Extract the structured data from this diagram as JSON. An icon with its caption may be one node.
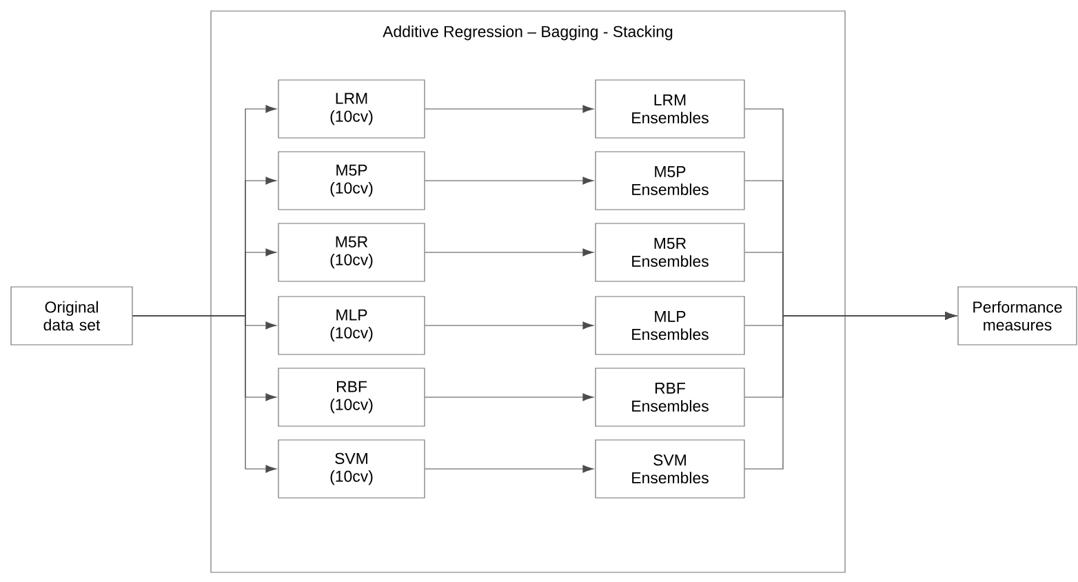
{
  "diagram": {
    "nodes": [
      {
        "text": [
          "Original data set"
        ]
      },
      {
        "text": [
          "Additive Regression – Bagging - Stacking"
        ]
      },
      {
        "text": [
          "LRM (10cv)"
        ],
        "in": 1
      },
      {
        "text": [
          "M5P (10cv)"
        ],
        "in": 1
      },
      {
        "text": [
          "M5R (10cv)"
        ],
        "in": 1
      },
      {
        "text": [
          "MLP (10cv)"
        ],
        "in": 1
      },
      {
        "text": [
          "RBF (10cv)"
        ],
        "in": 1
      },
      {
        "text": [
          "SVM (10cv)"
        ],
        "in": 1
      },
      {
        "text": [
          "LRM Ensembles"
        ],
        "in": 1
      },
      {
        "text": [
          "M5P Ensembles"
        ],
        "in": 1
      },
      {
        "text": [
          "M5R Ensembles"
        ],
        "in": 1
      },
      {
        "text": [
          "MLP Ensembles"
        ],
        "in": 1
      },
      {
        "text": [
          "RBF Ensembles"
        ],
        "in": 1
      },
      {
        "text": [
          "SVM Ensembles"
        ],
        "in": 1
      },
      {
        "text": [
          "Performance measures"
        ]
      }
    ],
    "edges": [
      {
        "from": 0,
        "to": 2,
        "arrow": "to"
      },
      {
        "from": 0,
        "to": 3,
        "arrow": "to"
      },
      {
        "from": 0,
        "to": 4,
        "arrow": "to"
      },
      {
        "from": 0,
        "to": 5,
        "arrow": "to"
      },
      {
        "from": 0,
        "to": 6,
        "arrow": "to"
      },
      {
        "from": 0,
        "to": 7,
        "arrow": "to"
      },
      {
        "from": 2,
        "to": 8,
        "arrow": "to"
      },
      {
        "from": 3,
        "to": 9,
        "arrow": "to"
      },
      {
        "from": 4,
        "to": 10,
        "arrow": "to"
      },
      {
        "from": 5,
        "to": 11,
        "arrow": "to"
      },
      {
        "from": 6,
        "to": 12,
        "arrow": "to"
      },
      {
        "from": 7,
        "to": 13,
        "arrow": "to"
      },
      {
        "from": 8,
        "to": 14,
        "arrow": "to"
      },
      {
        "from": 9,
        "to": 14,
        "arrow": "to"
      },
      {
        "from": 10,
        "to": 14,
        "arrow": "to"
      },
      {
        "from": 11,
        "to": 14,
        "arrow": "to"
      },
      {
        "from": 12,
        "to": 14,
        "arrow": "to"
      },
      {
        "from": 13,
        "to": 14,
        "arrow": "to"
      }
    ]
  }
}
